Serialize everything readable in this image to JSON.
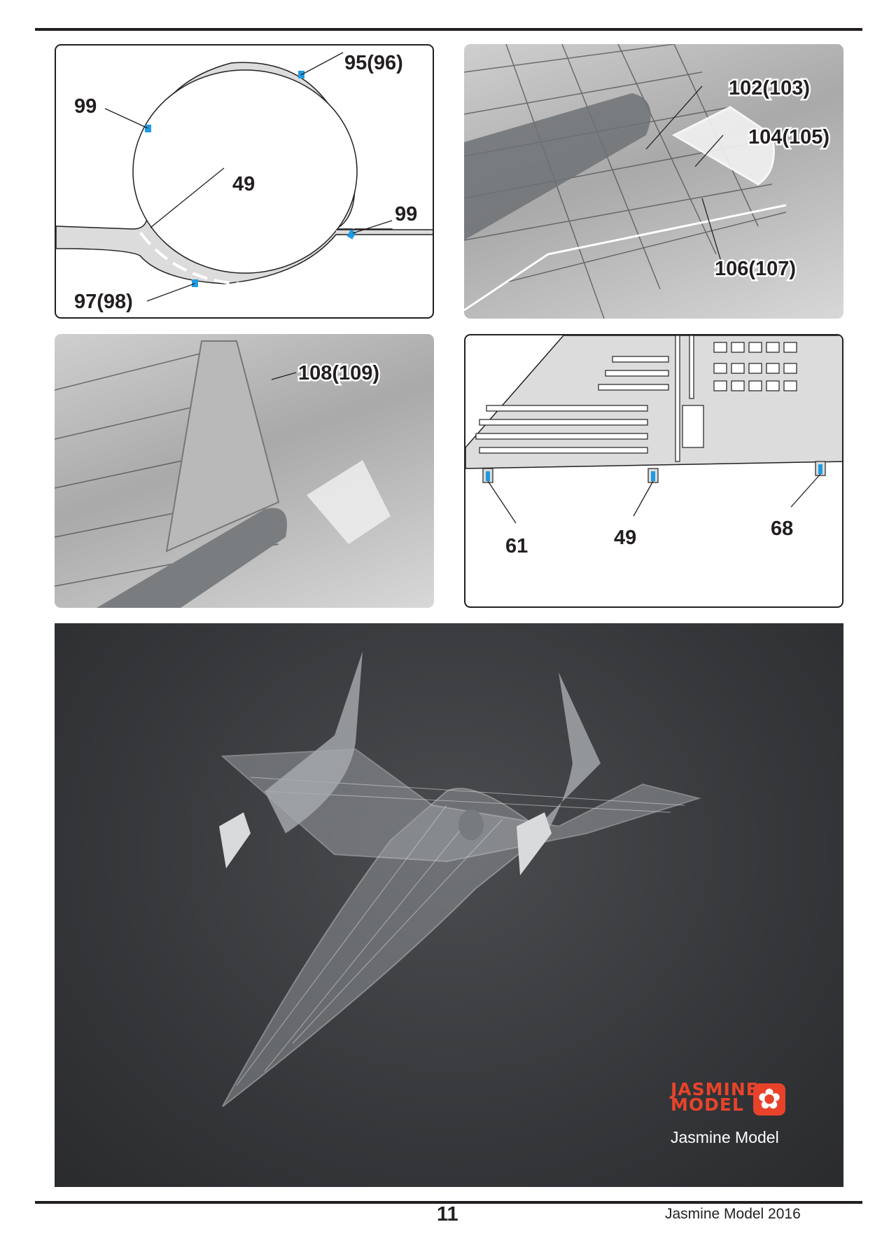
{
  "diagram_ring": {
    "labels": [
      "95(96)",
      "99",
      "49",
      "99",
      "97(98)"
    ]
  },
  "photo_wing": {
    "labels": [
      "102(103)",
      "104(105)",
      "106(107)"
    ]
  },
  "photo_fin": {
    "labels": [
      "108(109)"
    ]
  },
  "diagram_wing_sheet": {
    "labels": [
      "61",
      "49",
      "68"
    ]
  },
  "main_photo": {
    "logo_text": "JASMINE MODEL",
    "logo_line1": "JASMINE",
    "logo_line2": "MODEL",
    "caption": "Jasmine Model"
  },
  "footer": {
    "page_number": "11",
    "copyright": "Jasmine Model 2016"
  },
  "colors": {
    "highlight": "#1e9be0",
    "logo": "#e8432a",
    "rule": "#231f20"
  }
}
